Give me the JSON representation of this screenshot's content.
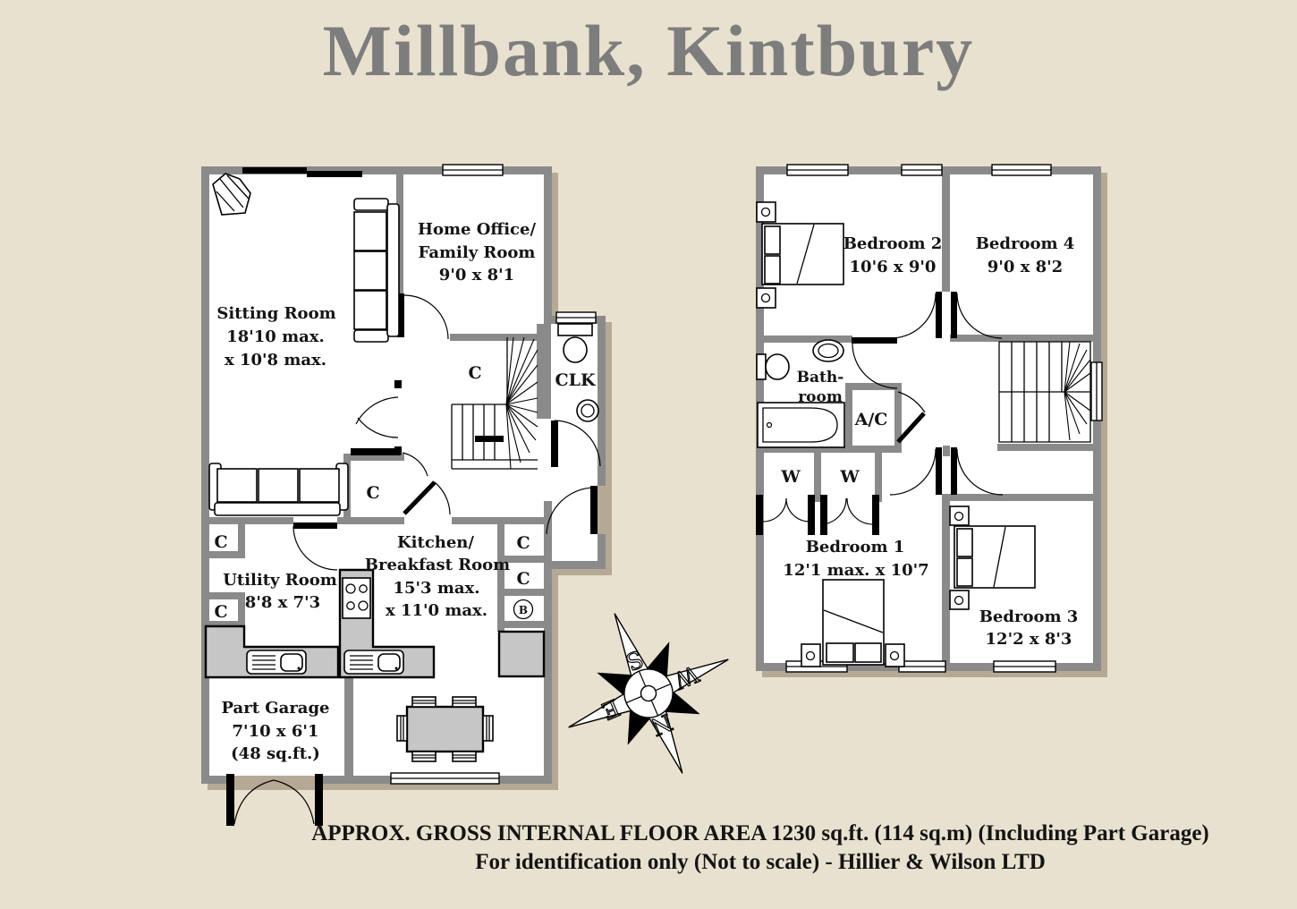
{
  "title": "Millbank, Kintbury",
  "ground_floor": {
    "sitting_room": {
      "name": "Sitting Room",
      "dim1": "18'10 max.",
      "dim2": "x 10'8 max."
    },
    "home_office": {
      "line1": "Home Office/",
      "line2": "Family Room",
      "dims": "9'0 x 8'1"
    },
    "stairs_closet": "C",
    "hall_closet": "C",
    "cloakroom": "CLK",
    "utility": {
      "name": "Utility Room",
      "dims": "8'8 x 7'3",
      "closet_top": "C",
      "closet_bottom": "C"
    },
    "kitchen": {
      "line1": "Kitchen/",
      "line2": "Breakfast Room",
      "dim1": "15'3 max.",
      "dim2": "x 11'0 max.",
      "closet1": "C",
      "closet2": "C",
      "boiler": "B"
    },
    "garage": {
      "name": "Part Garage",
      "dims": "7'10 x 6'1",
      "area": "(48 sq.ft.)"
    }
  },
  "first_floor": {
    "bedroom1": {
      "name": "Bedroom 1",
      "dims": "12'1 max. x 10'7"
    },
    "bedroom2": {
      "name": "Bedroom 2",
      "dims": "10'6 x 9'0"
    },
    "bedroom3": {
      "name": "Bedroom 3",
      "dims": "12'2 x 8'3"
    },
    "bedroom4": {
      "name": "Bedroom 4",
      "dims": "9'0 x 8'2"
    },
    "bathroom": {
      "line1": "Bath-",
      "line2": "room"
    },
    "airing_cupboard": "A/C",
    "wardrobe_left": "W",
    "wardrobe_right": "W"
  },
  "compass": {
    "north": "N",
    "south": "S",
    "east": "E",
    "west": "W"
  },
  "footer": {
    "line1": "APPROX. GROSS INTERNAL FLOOR AREA 1230 sq.ft. (114 sq.m) (Including Part Garage)",
    "line2": "For identification only (Not to scale) - Hillier & Wilson LTD"
  },
  "colors": {
    "background": "#e9e1cf",
    "wall": "#8a8a8a",
    "shadow": "#b5a996",
    "counter": "#c6c6c6",
    "title_text": "#7d7d7d",
    "label_text": "#141414"
  }
}
